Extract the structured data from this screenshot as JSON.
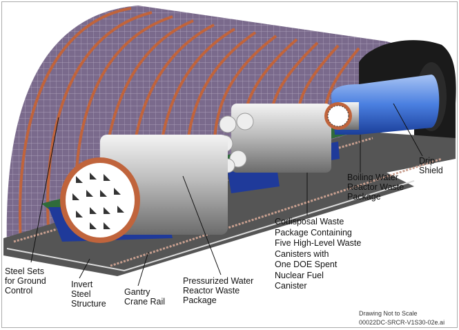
{
  "labels": {
    "steel_sets": "Steel Sets\nfor Ground\nControl",
    "invert": "Invert\nSteel\nStructure",
    "gantry": "Gantry\nCrane Rail",
    "pwr": "Pressurized Water\nReactor Waste\nPackage",
    "codisposal": "Codisposal Waste\nPackage Containing\nFive High-Level Waste\nCanisters with\nOne DOE Spent\nNuclear Fuel\nCanister",
    "bwr": "Boiling Water\nReactor Waste\nPackage",
    "drip_shield": "Drip\nShield"
  },
  "notes": {
    "scale": "Drawing Not to Scale",
    "drawing_id": "00022DC-SRCR-V1S30-02e.ai"
  },
  "colors": {
    "tunnel_mesh": "#7a6a8c",
    "steel_rib": "#b0603a",
    "support_blue": "#1f3a9a",
    "drip_shield": "#4a7fe0",
    "invert_gray": "#444444"
  }
}
